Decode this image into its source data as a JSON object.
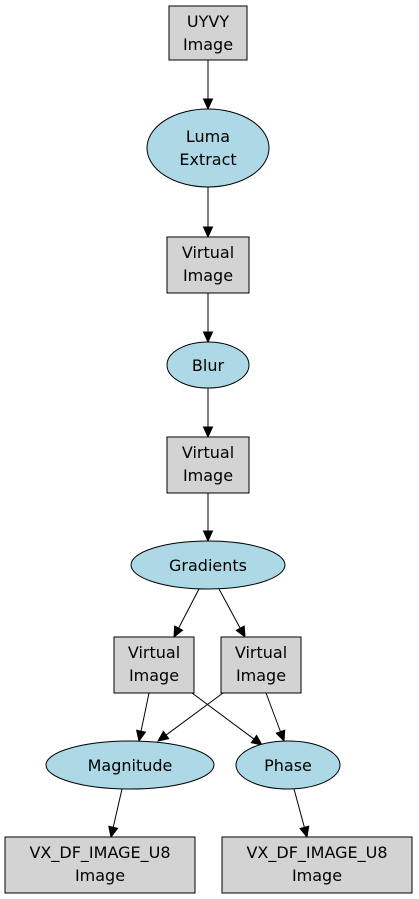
{
  "colors": {
    "image_node_fill": "#d3d3d3",
    "kernel_node_fill": "#add8e6",
    "stroke": "#000000"
  },
  "nodes": {
    "uyvy_image": {
      "shape": "box",
      "line1": "UYVY",
      "line2": "Image"
    },
    "luma_extract": {
      "shape": "ellipse",
      "line1": "Luma",
      "line2": "Extract"
    },
    "virtual_image_1": {
      "shape": "box",
      "line1": "Virtual",
      "line2": "Image"
    },
    "blur": {
      "shape": "ellipse",
      "line1": "Blur"
    },
    "virtual_image_2": {
      "shape": "box",
      "line1": "Virtual",
      "line2": "Image"
    },
    "gradients": {
      "shape": "ellipse",
      "line1": "Gradients"
    },
    "virtual_image_3": {
      "shape": "box",
      "line1": "Virtual",
      "line2": "Image"
    },
    "virtual_image_4": {
      "shape": "box",
      "line1": "Virtual",
      "line2": "Image"
    },
    "magnitude": {
      "shape": "ellipse",
      "line1": "Magnitude"
    },
    "phase": {
      "shape": "ellipse",
      "line1": "Phase"
    },
    "output_magnitude": {
      "shape": "box",
      "line1": "VX_DF_IMAGE_U8",
      "line2": "Image"
    },
    "output_phase": {
      "shape": "box",
      "line1": "VX_DF_IMAGE_U8",
      "line2": "Image"
    }
  },
  "edges": [
    {
      "from": "uyvy_image",
      "to": "luma_extract"
    },
    {
      "from": "luma_extract",
      "to": "virtual_image_1"
    },
    {
      "from": "virtual_image_1",
      "to": "blur"
    },
    {
      "from": "blur",
      "to": "virtual_image_2"
    },
    {
      "from": "virtual_image_2",
      "to": "gradients"
    },
    {
      "from": "gradients",
      "to": "virtual_image_3"
    },
    {
      "from": "gradients",
      "to": "virtual_image_4"
    },
    {
      "from": "virtual_image_3",
      "to": "magnitude"
    },
    {
      "from": "virtual_image_3",
      "to": "phase"
    },
    {
      "from": "virtual_image_4",
      "to": "magnitude"
    },
    {
      "from": "virtual_image_4",
      "to": "phase"
    },
    {
      "from": "magnitude",
      "to": "output_magnitude"
    },
    {
      "from": "phase",
      "to": "output_phase"
    }
  ]
}
